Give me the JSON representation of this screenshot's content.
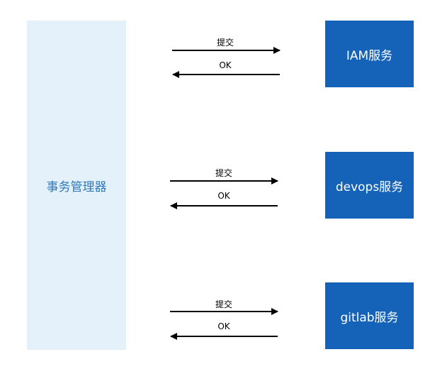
{
  "coordinator": {
    "label": "事务管理器"
  },
  "services": [
    {
      "label": "IAM服务",
      "submit_label": "提交",
      "ok_label": "OK"
    },
    {
      "label": "devops服务",
      "submit_label": "提交",
      "ok_label": "OK"
    },
    {
      "label": "gitlab服务",
      "submit_label": "提交",
      "ok_label": "OK"
    }
  ],
  "colors": {
    "coordinator_bg": "#e4f1fa",
    "coordinator_text": "#2f79b8",
    "service_bg": "#1463b8",
    "service_text": "#ffffff",
    "arrow": "#000000"
  }
}
